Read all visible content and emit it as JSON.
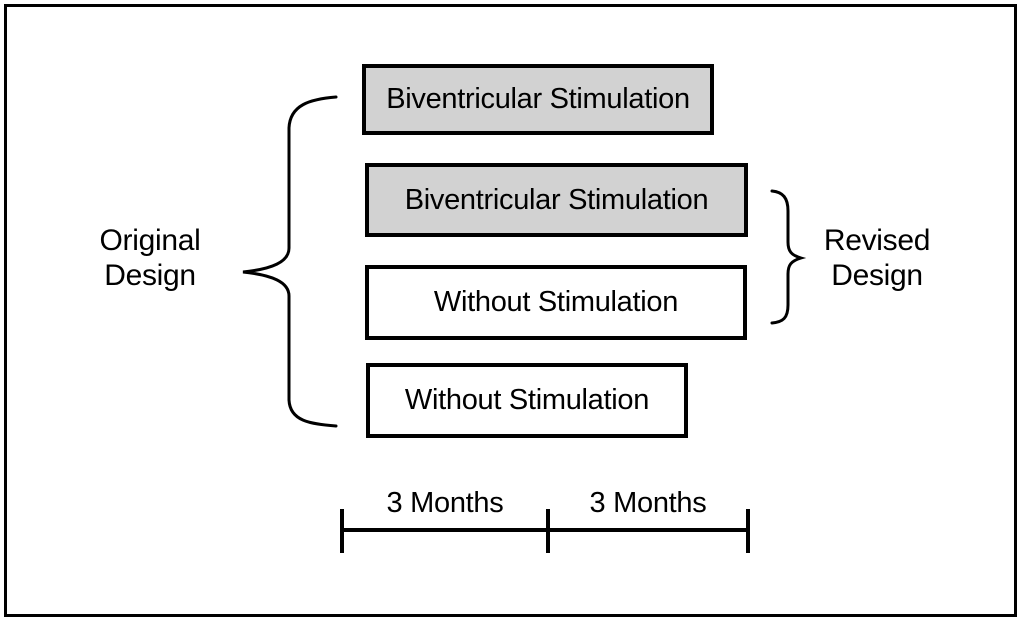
{
  "diagram": {
    "boxes": [
      {
        "label": "Biventricular Stimulation",
        "shaded": true
      },
      {
        "label": "Biventricular Stimulation",
        "shaded": true
      },
      {
        "label": "Without Stimulation",
        "shaded": false
      },
      {
        "label": "Without Stimulation",
        "shaded": false
      }
    ],
    "left_group_label": {
      "line1": "Original",
      "line2": "Design"
    },
    "right_group_label": {
      "line1": "Revised",
      "line2": "Design"
    },
    "timeline": {
      "labels": [
        "3 Months",
        "3 Months"
      ]
    },
    "colors": {
      "shaded_box_fill": "#d2d2d2",
      "plain_box_fill": "#ffffff",
      "stroke": "#000000",
      "background": "#ffffff"
    }
  }
}
